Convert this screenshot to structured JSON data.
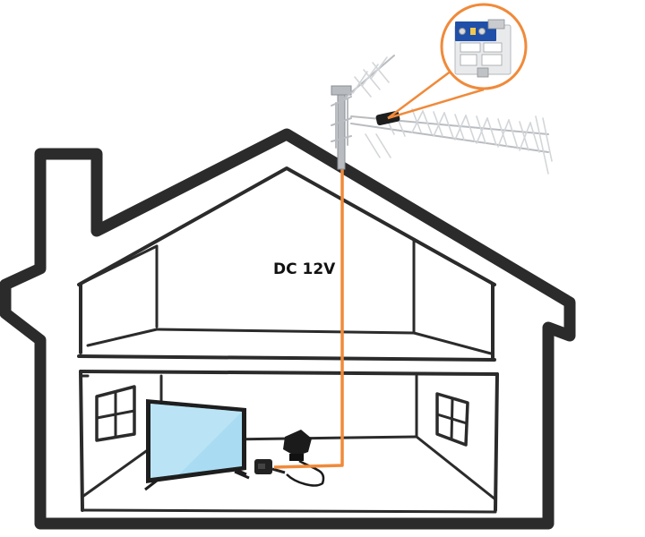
{
  "diagram": {
    "cable_label": "DC 12V"
  },
  "colors": {
    "outline": "#2b2b2b",
    "cable": "#f08a3a",
    "tv_screen": "#a9dcf2",
    "antenna": "#b9bcc0",
    "amplifier_board": "#1f4fa8"
  },
  "icons": [
    "house-outline",
    "antenna",
    "amplifier-module",
    "tv",
    "power-adapter",
    "power-injector",
    "window"
  ]
}
